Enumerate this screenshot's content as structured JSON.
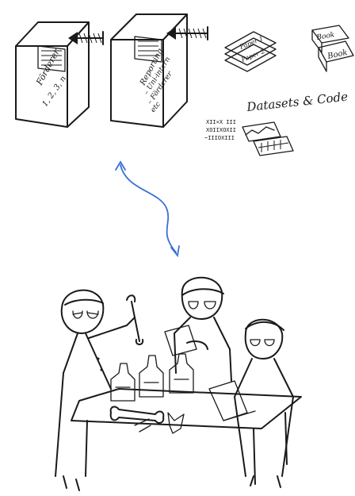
{
  "top": {
    "box1": {
      "lines": [
        "Förderer",
        "1, 2, 3, n"
      ]
    },
    "box2": {
      "lines": [
        "Reporting",
        "– Uni-intern",
        "– Förderer",
        "etc"
      ]
    },
    "papers": [
      "Paper 1",
      "Paper 2"
    ],
    "books": [
      "Book",
      "Book"
    ],
    "datasets": {
      "title": "Datasets & Code",
      "code_lines": [
        "XII×X III",
        "XOIIXOXII",
        "~IIIOXIII"
      ]
    }
  },
  "colors": {
    "ink": "#1a1a1a",
    "arrow": "#3a6fd8",
    "background": "#ffffff"
  },
  "icons": [
    "input-arrow-icon",
    "double-arrow-icon",
    "paper-stack-icon",
    "book-icon",
    "dataset-chart-icon"
  ]
}
